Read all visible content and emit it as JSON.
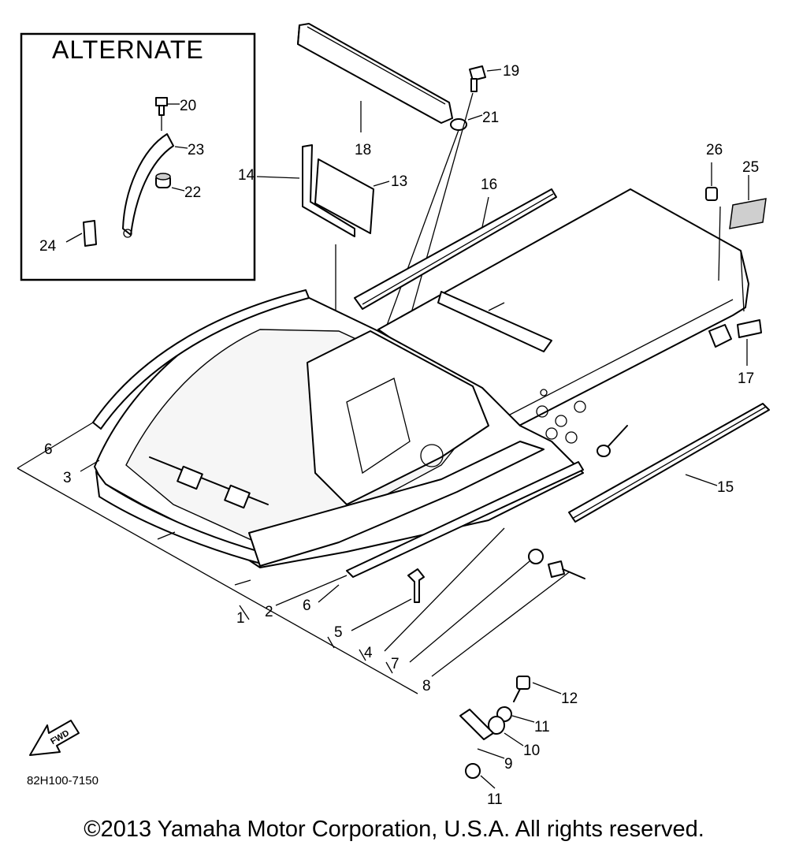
{
  "inset": {
    "title": "ALTERNATE"
  },
  "callouts": {
    "c1": "1",
    "c2": "2",
    "c3": "3",
    "c4": "4",
    "c5": "5",
    "c6a": "6",
    "c6b": "6",
    "c7": "7",
    "c8": "8",
    "c9": "9",
    "c10": "10",
    "c11a": "11",
    "c11b": "11",
    "c12": "12",
    "c13": "13",
    "c14": "14",
    "c15": "15",
    "c16": "16",
    "c17": "17",
    "c18": "18",
    "c19": "19",
    "c20": "20",
    "c21": "21",
    "c22": "22",
    "c23": "23",
    "c24": "24",
    "c25": "25",
    "c26": "26"
  },
  "fwd_label": "FWD",
  "part_code": "82H100-7150",
  "copyright": "©2013 Yamaha Motor Corporation, U.S.A. All rights reserved."
}
